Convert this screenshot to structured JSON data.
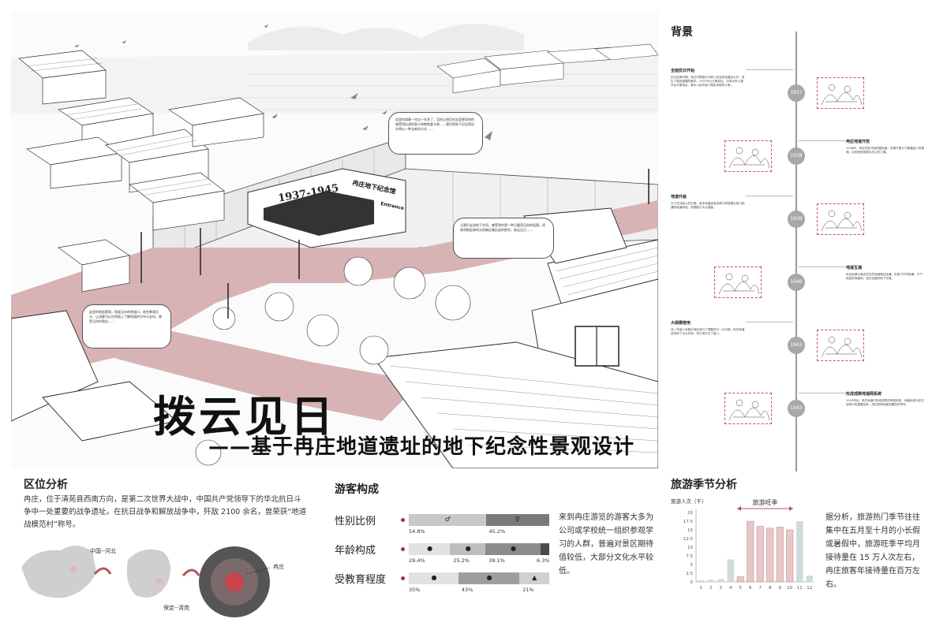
{
  "hero": {
    "title": "拨云见日",
    "subtitle": "——基于冉庄地道遗址的地下纪念性景观设计",
    "museum_years": "1937-1945",
    "museum_name": "冉庄地下纪念馆",
    "museum_entrance": "Entrance",
    "callouts": [
      "这里的游客一年比一年多了，怎样让他们在这里更深刻的感受到抗战的意义和教育意义呢……我们的地下纪念馆设计将以一种全新的方式……",
      "当我们走进地下空间，感受到的是一种沉重而压抑的氛围，逐渐明朗起来的光线象征着抗战的胜利，拨云见日……",
      "这里的地面景观，保留当年的地道口，结合景观设计，让游客可以在地面上了解地道的分布与走向，感受当年的艰苦……"
    ]
  },
  "timeline": {
    "title": "背景",
    "events": [
      {
        "year": "1937",
        "heading": "全面抗日开始",
        "text": "抗日战争时期，冉庄村是冀中平原上有名的地道战斗村，发生了极其重要的事件。1937年七七事变后，日军大举入侵华北平原地区，冀中人民开始了艰苦卓绝的斗争。"
      },
      {
        "year": "1938",
        "heading": "冉庄地道开挖",
        "text": "1938年，冉庄村民开始挖掘地道，初期只是为了躲避敌人的搜捕，后来逐渐发展为战斗的工事。"
      },
      {
        "year": "1939",
        "heading": "地道升级",
        "text": "为了应对敌人的扫荡，冉庄地道逐渐由单口洞发展为多口相通的地道网络，防御能力大大提高。"
      },
      {
        "year": "1940",
        "heading": "地道互通",
        "text": "冉庄地道与周边村庄的地道相互连通，形成了村村相通、户户相连的地道网，成为坚固的地下长城。"
      },
      {
        "year": "1942",
        "heading": "大规模使用",
        "text": "这一年敌人对冀中地区进行了残酷的五一大扫荡，冉庄地道战发挥了巨大作用，有力地打击了敌人。"
      },
      {
        "year": "1943",
        "heading": "形成成熟地道网系统",
        "text": "1943年后，冉庄地道已形成成熟的网络系统，地道战成为抗日战争中的重要战术，冉庄获得地道战模范村称号。"
      }
    ]
  },
  "location": {
    "title": "区位分析",
    "text": "冉庄，位于清苑县西南方向，是第二次世界大战中，中国共产党领导下的华北抗日斗争中一处重要的战争遗址。在抗日战争和解放战争中，歼敌 2100 余名，曾荣获“地道战模范村”称号。",
    "label_china": "中国--河北",
    "label_baoding": "保定--清苑",
    "label_ranzhuang": "冉庄"
  },
  "visitors": {
    "title": "游客构成",
    "rows": [
      {
        "label": "性别比例",
        "segments": [
          {
            "pct": "54.8%",
            "value": 54.8,
            "color": "#c8c8c8",
            "icon": "male-icon",
            "glyph": "♂"
          },
          {
            "pct": "45.2%",
            "value": 45.2,
            "color": "#7a7a7a",
            "icon": "female-icon",
            "glyph": "♀"
          }
        ]
      },
      {
        "label": "年龄构成",
        "segments": [
          {
            "pct": "29.4%",
            "value": 29.4,
            "color": "#e2e2e2",
            "icon": "child-icon",
            "glyph": "●"
          },
          {
            "pct": "25.2%",
            "value": 25.2,
            "color": "#bdbdbd",
            "icon": "adult-icon",
            "glyph": "●"
          },
          {
            "pct": "39.1%",
            "value": 39.1,
            "color": "#8c8c8c",
            "icon": "group-icon",
            "glyph": "●"
          },
          {
            "pct": "6.3%",
            "value": 6.3,
            "color": "#4a4a4a",
            "icon": "elder-icon",
            "glyph": ""
          }
        ]
      },
      {
        "label": "受教育程度",
        "segments": [
          {
            "pct": "35%",
            "value": 35,
            "color": "#e2e2e2",
            "icon": "student-icon",
            "glyph": "●"
          },
          {
            "pct": "43%",
            "value": 43,
            "color": "#9e9e9e",
            "icon": "person-icon",
            "glyph": "●"
          },
          {
            "pct": "21%",
            "value": 21,
            "color": "#d0d0d0",
            "icon": "graduate-icon",
            "glyph": "▲"
          }
        ]
      }
    ],
    "text": "来到冉庄游览的游客大多为公司或学校统一组织参观学习的人群，普遍对景区期待值较低，大部分文化水平较低。"
  },
  "season": {
    "title": "旅游季节分析",
    "text": "据分析，旅游热门季节往往集中在五月至十月的小长假或暑假中，旅游旺季平均月接待量在 15 万人次左右，冉庄旅客年接待量在百万左右。"
  },
  "chart_data": {
    "type": "bar",
    "ylabel": "旅游人次（千）",
    "annotation": "旅游旺季",
    "categories": [
      "1",
      "2",
      "3",
      "4",
      "5",
      "6",
      "7",
      "8",
      "9",
      "10",
      "11",
      "12"
    ],
    "values": [
      0.5,
      0.6,
      0.8,
      6.5,
      1.5,
      17.5,
      16.0,
      15.5,
      15.8,
      15.0,
      17.5,
      1.8,
      0.3
    ],
    "values_note_ignored": "",
    "yticks": [
      "0",
      "2.5",
      "5",
      "7.5",
      "10",
      "12.5",
      "15",
      "17.5",
      "20"
    ],
    "ylim": [
      0,
      20
    ],
    "highlight_range": [
      "5",
      "10"
    ],
    "colors": {
      "normal": "#cfdadb",
      "peak": "#e8c7c9",
      "peak_border": "#c98f94"
    }
  }
}
